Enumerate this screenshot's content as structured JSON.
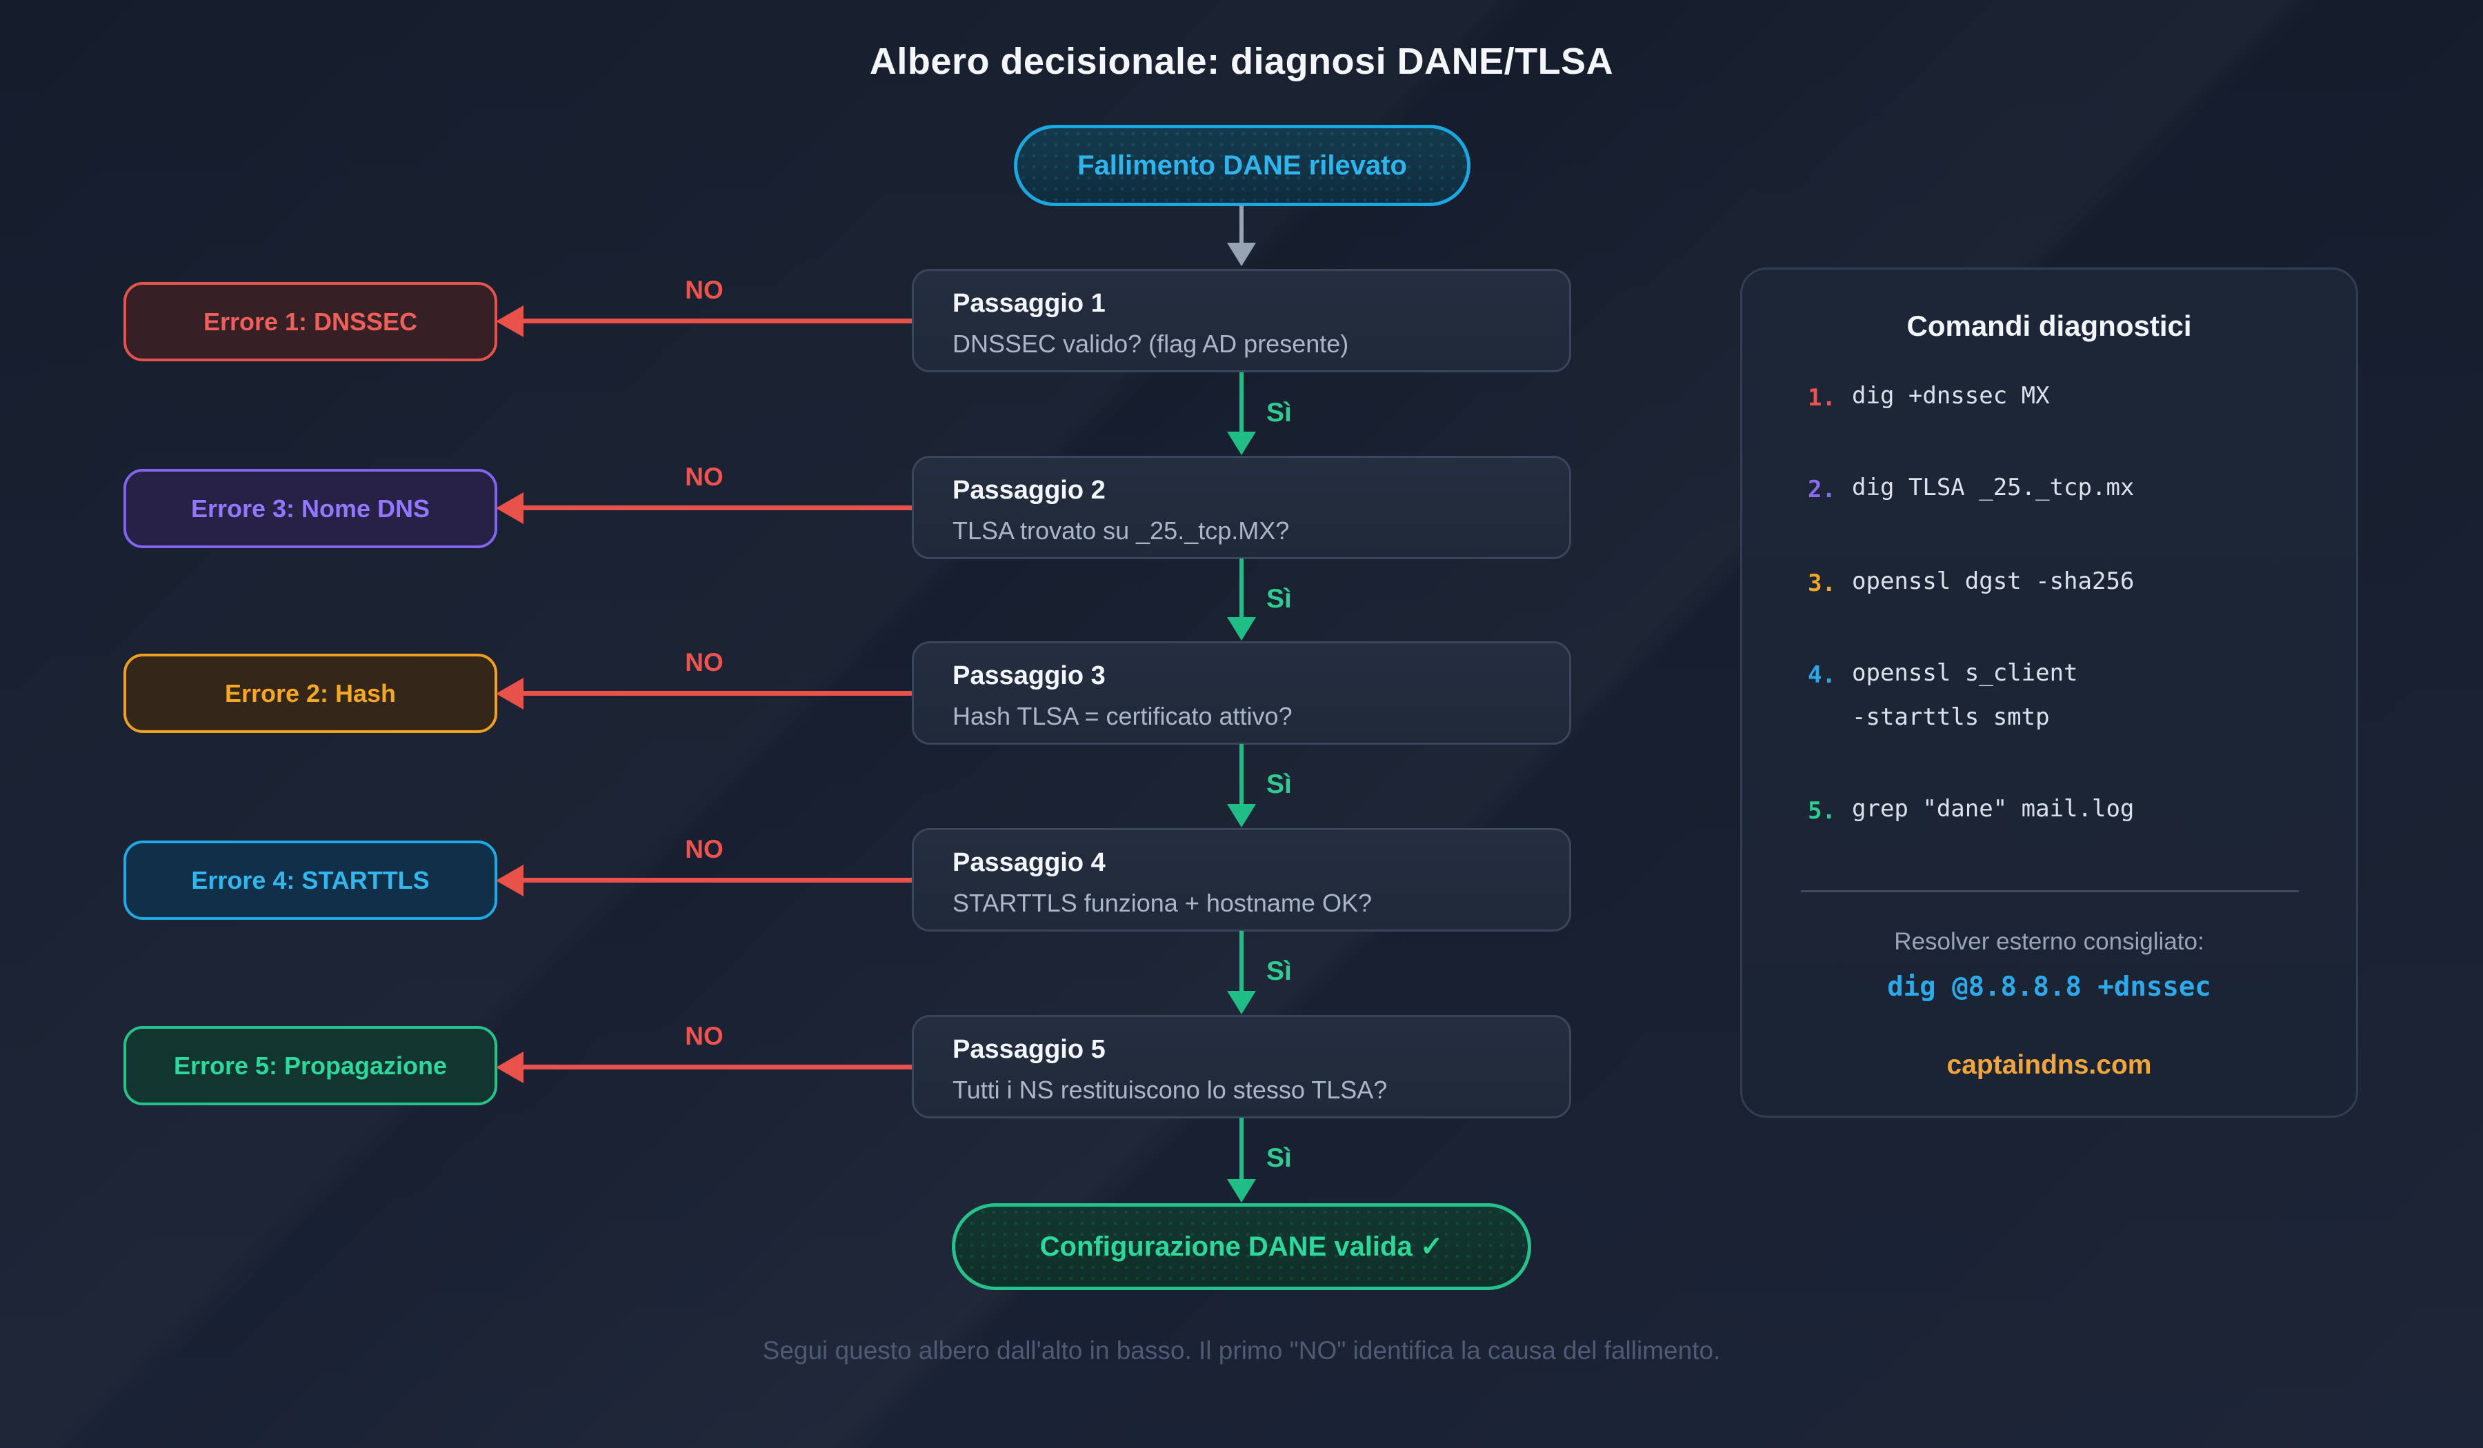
{
  "title": "Albero decisionale: diagnosi DANE/TLSA",
  "start": {
    "label": "Fallimento DANE rilevato"
  },
  "steps": [
    {
      "name": "Passaggio 1",
      "question": "DNSSEC valido? (flag AD presente)",
      "no": "NO",
      "yes": "Sì",
      "error": "Errore 1: DNSSEC"
    },
    {
      "name": "Passaggio 2",
      "question": "TLSA trovato su _25._tcp.MX?",
      "no": "NO",
      "yes": "Sì",
      "error": "Errore 3: Nome DNS"
    },
    {
      "name": "Passaggio 3",
      "question": "Hash TLSA = certificato attivo?",
      "no": "NO",
      "yes": "Sì",
      "error": "Errore 2: Hash"
    },
    {
      "name": "Passaggio 4",
      "question": "STARTTLS funziona + hostname OK?",
      "no": "NO",
      "yes": "Sì",
      "error": "Errore 4: STARTTLS"
    },
    {
      "name": "Passaggio 5",
      "question": "Tutti i NS restituiscono lo stesso TLSA?",
      "no": "NO",
      "yes": "Sì",
      "error": "Errore 5: Propagazione"
    }
  ],
  "success": {
    "label": "Configurazione DANE valida ✓"
  },
  "footer": "Segui questo albero dall'alto in basso. Il primo \"NO\" identifica la causa del fallimento.",
  "panel": {
    "title": "Comandi diagnostici",
    "commands": [
      {
        "num": "1.",
        "line1": "dig +dnssec MX"
      },
      {
        "num": "2.",
        "line1": "dig TLSA _25._tcp.mx"
      },
      {
        "num": "3.",
        "line1": "openssl dgst -sha256"
      },
      {
        "num": "4.",
        "line1": "openssl s_client",
        "line2": "-starttls smtp"
      },
      {
        "num": "5.",
        "line1": "grep \"dane\" mail.log"
      }
    ],
    "resolver_label": "Resolver esterno consigliato:",
    "resolver_command": "dig @8.8.8.8 +dnssec",
    "site": "captaindns.com"
  },
  "colors": {
    "background": "#161e2e",
    "panel_background": "#1c2536",
    "accent_cyan": "#2fb5ec",
    "accent_green": "#2ecc8f",
    "accent_red": "#ef5350",
    "accent_purple": "#8b6cf0",
    "accent_orange": "#f5a623",
    "accent_blue": "#2da9e9",
    "arrow_gray": "#97a2b3",
    "step_box": "#222c3e",
    "text_primary": "#f4f6f9",
    "text_secondary": "#aab6c9",
    "footer_text": "#4f5b74"
  }
}
